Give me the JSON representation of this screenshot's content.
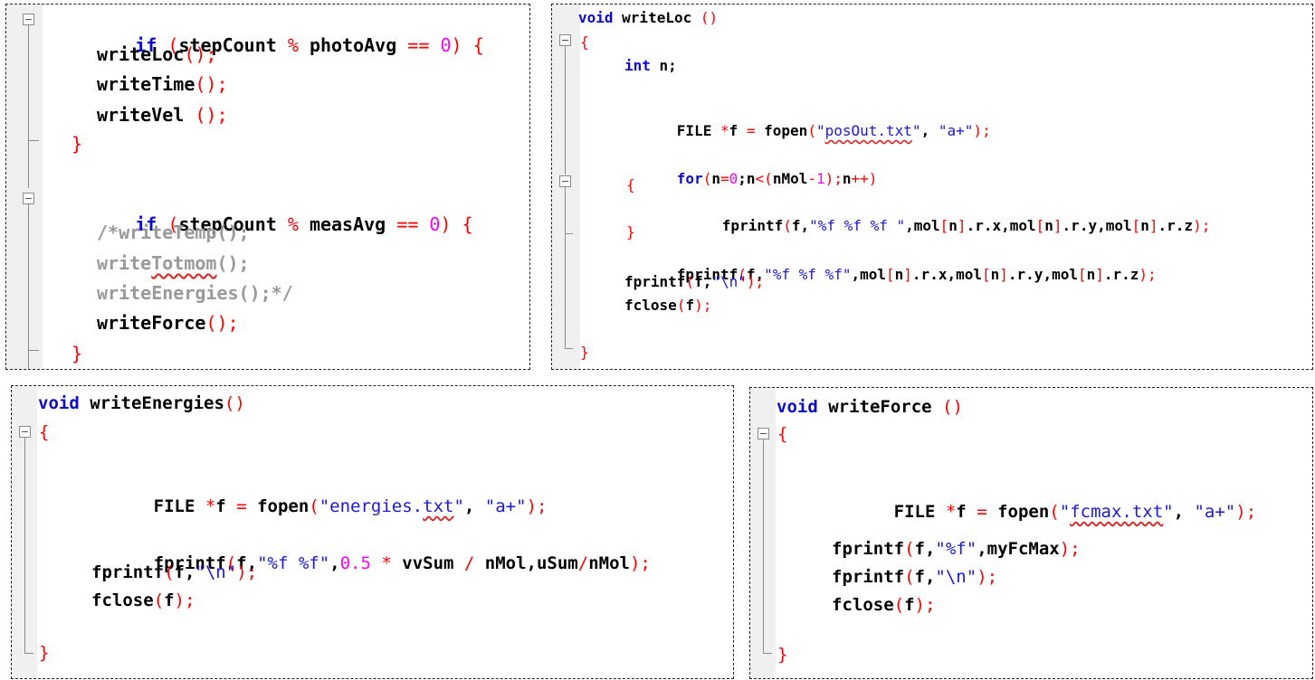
{
  "panel_main_loop": {
    "line1": {
      "kw": "if",
      "p1": " (",
      "t1": "stepCount",
      "op": " % ",
      "t2": "photoAvg",
      "eq": " == ",
      "num": "0",
      "p2": ")",
      "sp": " ",
      "br": "{"
    },
    "line2": {
      "name": "writeLoc",
      "paren": "();"
    },
    "line3": {
      "name": "writeTime",
      "paren": "();"
    },
    "line4": {
      "name": "writeVel",
      "gap": " ",
      "paren": "();"
    },
    "line5": {
      "br": "}"
    },
    "line6": {
      "kw": "if",
      "p1": " (",
      "t1": "stepCount",
      "op": " % ",
      "t2": "measAvg",
      "eq": " == ",
      "num": "0",
      "p2": ")",
      "sp": " ",
      "br": "{"
    },
    "line7": {
      "text": "/*writeTemp();"
    },
    "line8": {
      "pre": "write",
      "sq": "Totmom",
      "post": "();"
    },
    "line9": {
      "text": "writeEnergies();*/"
    },
    "line10": {
      "name": "writeForce",
      "paren": "();"
    },
    "line11": {
      "br": "}"
    }
  },
  "panel_writeloc": {
    "sig": {
      "kw": "void",
      "name": " writeLoc ",
      "paren": "()"
    },
    "open": "{",
    "int_line": {
      "kw": "int",
      "rest": " n;"
    },
    "file_line": {
      "a": "FILE ",
      "star": "*",
      "b": "f ",
      "eq": "=",
      "c": " fopen",
      "p1": "(",
      "s1": "\"",
      "sq": "posOut.txt",
      "s2": "\"",
      "comma": ", ",
      "s3": "\"a+\"",
      "p2": ");"
    },
    "for_line": {
      "kw": "for",
      "p1": "(",
      "a": "n",
      "eq": "=",
      "n0": "0",
      "b": ";n",
      "lt": "<",
      "p3": "(",
      "c": "nMol",
      "minus": "-",
      "n1": "1",
      "p4": ");",
      "d": "n",
      "pp": "++",
      "p2": ")"
    },
    "inner_open": "{",
    "fprintf1": {
      "a": "fprintf",
      "p1": "(",
      "b": "f,",
      "s": "\"%f %f %f \"",
      "c": ",mol",
      "b1": "[",
      "n1": "n",
      "b2": "]",
      "d": ".r.x,mol",
      "b3": "[",
      "n2": "n",
      "b4": "]",
      "e": ".r.y,mol",
      "b5": "[",
      "n3": "n",
      "b6": "]",
      "f": ".r.z",
      "p2": ");"
    },
    "inner_close": "}",
    "fprintf2": {
      "a": "fprintf",
      "p1": "(",
      "b": "f,",
      "s": "\"%f %f %f\"",
      "c": ",mol",
      "b1": "[",
      "n1": "n",
      "b2": "]",
      "d": ".r.x,mol",
      "b3": "[",
      "n2": "n",
      "b4": "]",
      "e": ".r.y,mol",
      "b5": "[",
      "n3": "n",
      "b6": "]",
      "f": ".r.z",
      "p2": ");"
    },
    "fprintf3": {
      "a": "fprintf",
      "p1": "(",
      "b": "f,",
      "s": "\"\\n\"",
      "p2": ");"
    },
    "fclose": {
      "a": "fclose",
      "p1": "(",
      "b": "f",
      "p2": ");"
    },
    "close": "}"
  },
  "panel_writeenergies": {
    "sig": {
      "kw": "void",
      "name": " writeEnergies",
      "paren": "()"
    },
    "open": "{",
    "file_line": {
      "a": "FILE ",
      "star": "*",
      "b": "f ",
      "eq": "=",
      "c": " fopen",
      "p1": "(",
      "s": "\"energies.",
      "sq": "txt",
      "s2": "\"",
      "comma": ", ",
      "s3": "\"a+\"",
      "p2": ");"
    },
    "fprintf1": {
      "a": "fprintf",
      "p1": "(",
      "b": "f,",
      "s": "\"%f %f\"",
      "c": ",",
      "n": "0.5",
      "d": " ",
      "star": "*",
      "e": " vvSum ",
      "div": "/",
      "f": " nMol,uSum",
      "div2": "/",
      "g": "nMol",
      "p2": ");"
    },
    "fprintf2": {
      "a": "fprintf",
      "p1": "(",
      "b": "f,",
      "s": "\"\\n\"",
      "p2": ");"
    },
    "fclose": {
      "a": "fclose",
      "p1": "(",
      "b": "f",
      "p2": ");"
    },
    "close": "}"
  },
  "panel_writeforce": {
    "sig": {
      "kw": "void",
      "name": " writeForce ",
      "paren": "()"
    },
    "open": "{",
    "file_line": {
      "a": "FILE ",
      "star": "*",
      "b": "f ",
      "eq": "=",
      "c": " fopen",
      "p1": "(",
      "s1": "\"",
      "sq": "fcmax.txt",
      "s2": "\"",
      "comma": ", ",
      "s3": "\"a+\"",
      "p2": ");"
    },
    "fprintf1": {
      "a": "fprintf",
      "p1": "(",
      "b": "f,",
      "s": "\"%f\"",
      "c": ",myFcMax",
      "p2": ");"
    },
    "fprintf2": {
      "a": "fprintf",
      "p1": "(",
      "b": "f,",
      "s": "\"\\n\"",
      "p2": ");"
    },
    "fclose": {
      "a": "fclose",
      "p1": "(",
      "b": "f",
      "p2": ");"
    },
    "close": "}"
  }
}
